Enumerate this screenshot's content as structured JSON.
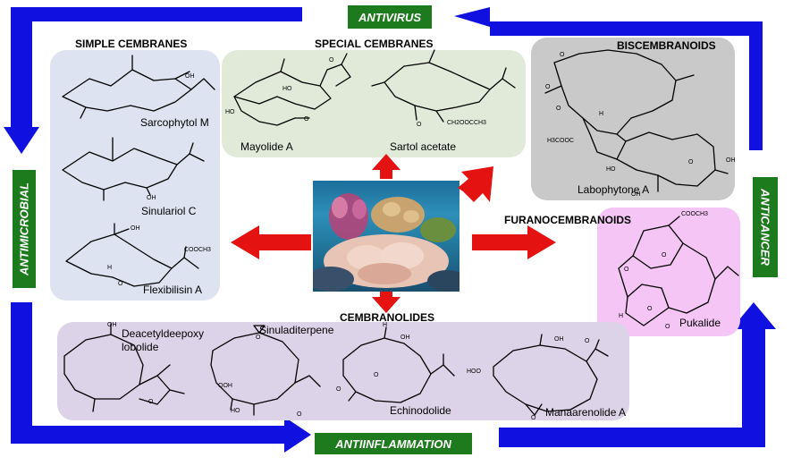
{
  "activities": {
    "top": "ANTIVIRUS",
    "left": "ANTIMICROBIAL",
    "right": "ANTICANCER",
    "bottom": "ANTIINFLAMMATION"
  },
  "colors": {
    "cycle_arrow": "#1010e0",
    "center_arrow": "#e51212",
    "activity_label_bg": "#1d7a1d",
    "simple_panel": "#dde3f0",
    "special_panel": "#e1ead8",
    "bis_panel": "#c9c9c9",
    "furano_panel": "#f5c6f5",
    "cembranolides_panel": "#ddd3e8"
  },
  "sections": {
    "simple": {
      "title": "SIMPLE CEMBRANES",
      "compounds": [
        "Sarcophytol M",
        "Sinulariol C",
        "Flexibilisin A"
      ],
      "groups": [
        "OH",
        "OH",
        "OH",
        "COOCH3",
        "H",
        "O"
      ]
    },
    "special": {
      "title": "SPECIAL CEMBRANES",
      "compounds": [
        "Mayolide A",
        "Sartol acetate"
      ],
      "groups": [
        "O",
        "HO",
        "HO",
        "O",
        "O",
        "CH2OOCCH3"
      ]
    },
    "bis": {
      "title": "BISCEMBRANOIDS",
      "compounds": [
        "Labophytone A"
      ],
      "groups": [
        "O",
        "O",
        "O",
        "H",
        "H3COOC",
        "HO",
        "O",
        "OH",
        "OH"
      ]
    },
    "furano": {
      "title": "FURANOCEMBRANOIDS",
      "compounds": [
        "Pukalide"
      ],
      "groups": [
        "COOCH3",
        "O",
        "O",
        "H",
        "O",
        "O"
      ]
    },
    "cembranolides": {
      "title": "CEMBRANOLIDES",
      "compounds": [
        "Deacetyldeepoxy lobolide",
        "Sinuladiterpene",
        "Echinodolide",
        "Manaarenolide A"
      ],
      "groups": [
        "OH",
        "O",
        "O",
        "OOH",
        "HO",
        "O",
        "H",
        "OH",
        "O",
        "O",
        "OH",
        "O",
        "HOO",
        "O"
      ]
    }
  }
}
